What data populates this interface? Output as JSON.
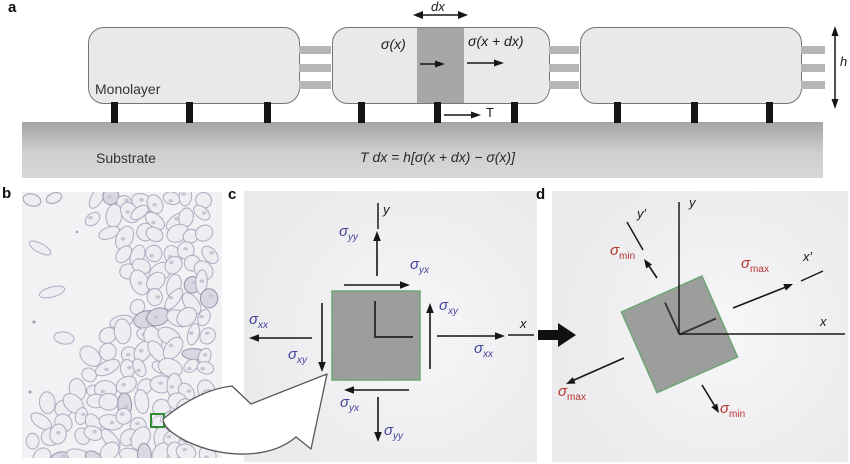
{
  "panels": {
    "a": {
      "label": "a",
      "monolayer_label": "Monolayer",
      "substrate_label": "Substrate",
      "dx_label": "dx",
      "sigma_x_label": "σ(x)",
      "sigma_x_dx_label": "σ(x + dx)",
      "traction_label": "T",
      "height_label": "h",
      "equation": "T dx = h[σ(x + dx) − σ(x)]"
    },
    "b": {
      "label": "b"
    },
    "c": {
      "label": "c",
      "axis_x": "x",
      "axis_y": "y",
      "stresses": {
        "yy_top": {
          "base": "σ",
          "sub": "yy"
        },
        "yx_top": {
          "base": "σ",
          "sub": "yx"
        },
        "xy_right": {
          "base": "σ",
          "sub": "xy"
        },
        "xx_right": {
          "base": "σ",
          "sub": "xx"
        },
        "xx_left": {
          "base": "σ",
          "sub": "xx"
        },
        "xy_left": {
          "base": "σ",
          "sub": "xy"
        },
        "yx_bottom": {
          "base": "σ",
          "sub": "yx"
        },
        "yy_bottom": {
          "base": "σ",
          "sub": "yy"
        }
      }
    },
    "d": {
      "label": "d",
      "axis_x": "x",
      "axis_y": "y",
      "axis_x_prime": "x′",
      "axis_y_prime": "y′",
      "stresses": {
        "max_upper": {
          "base": "σ",
          "sub": "max"
        },
        "min_upper": {
          "base": "σ",
          "sub": "min"
        },
        "max_lower": {
          "base": "σ",
          "sub": "max"
        },
        "min_lower": {
          "base": "σ",
          "sub": "min"
        }
      }
    }
  },
  "colors": {
    "stress_blue": "#43439b",
    "stress_red": "#b8332e",
    "element_green": "#6fa573",
    "element_gray": "#9b9e9b",
    "band_gray": "#a7a7a9",
    "roi_green": "#2f8b35"
  }
}
